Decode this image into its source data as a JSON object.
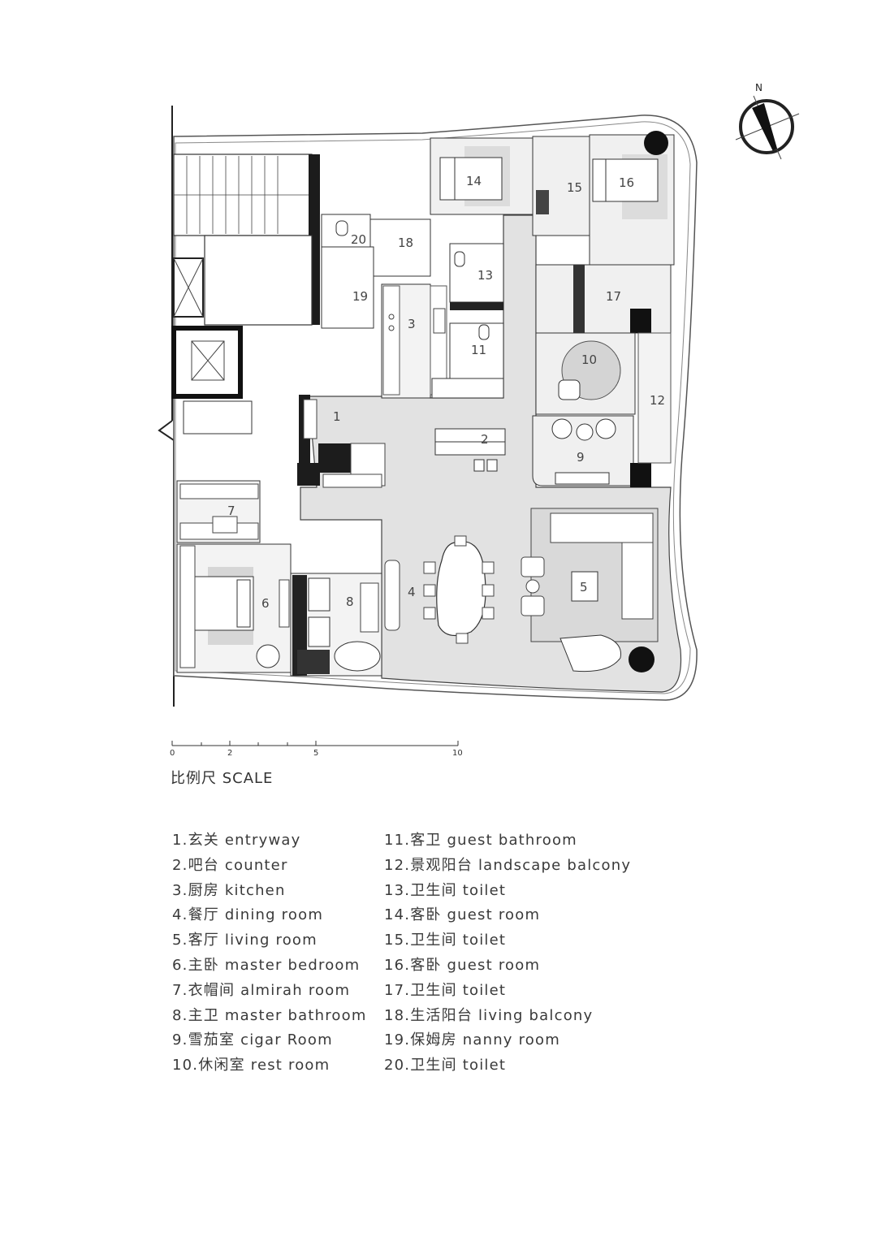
{
  "compass": {
    "north_label": "N"
  },
  "rooms": [
    {
      "num": "1"
    },
    {
      "num": "2"
    },
    {
      "num": "3"
    },
    {
      "num": "4"
    },
    {
      "num": "5"
    },
    {
      "num": "6"
    },
    {
      "num": "7"
    },
    {
      "num": "8"
    },
    {
      "num": "9"
    },
    {
      "num": "10"
    },
    {
      "num": "11"
    },
    {
      "num": "12"
    },
    {
      "num": "13"
    },
    {
      "num": "14"
    },
    {
      "num": "15"
    },
    {
      "num": "16"
    },
    {
      "num": "17"
    },
    {
      "num": "18"
    },
    {
      "num": "19"
    },
    {
      "num": "20"
    }
  ],
  "scale_bar": {
    "ticks": [
      "0",
      "2",
      "5",
      "10"
    ],
    "caption": "比例尺  SCALE"
  },
  "legend_left": [
    "1.玄关 entryway",
    "2.吧台 counter",
    "3.厨房 kitchen",
    "4.餐厅 dining room",
    "5.客厅 living room",
    "6.主卧 master bedroom",
    "7.衣帽间 almirah room",
    "8.主卫 master bathroom",
    "9.雪茄室 cigar Room",
    "10.休闲室 rest room"
  ],
  "legend_right": [
    "11.客卫 guest bathroom",
    "12.景观阳台 landscape balcony",
    "13.卫生间 toilet",
    "14.客卧 guest room",
    "15.卫生间 toilet",
    "16.客卧 guest room",
    "17.卫生间 toilet",
    "18.生活阳台 living balcony",
    "19.保姆房 nanny room",
    "20.卫生间 toilet"
  ]
}
